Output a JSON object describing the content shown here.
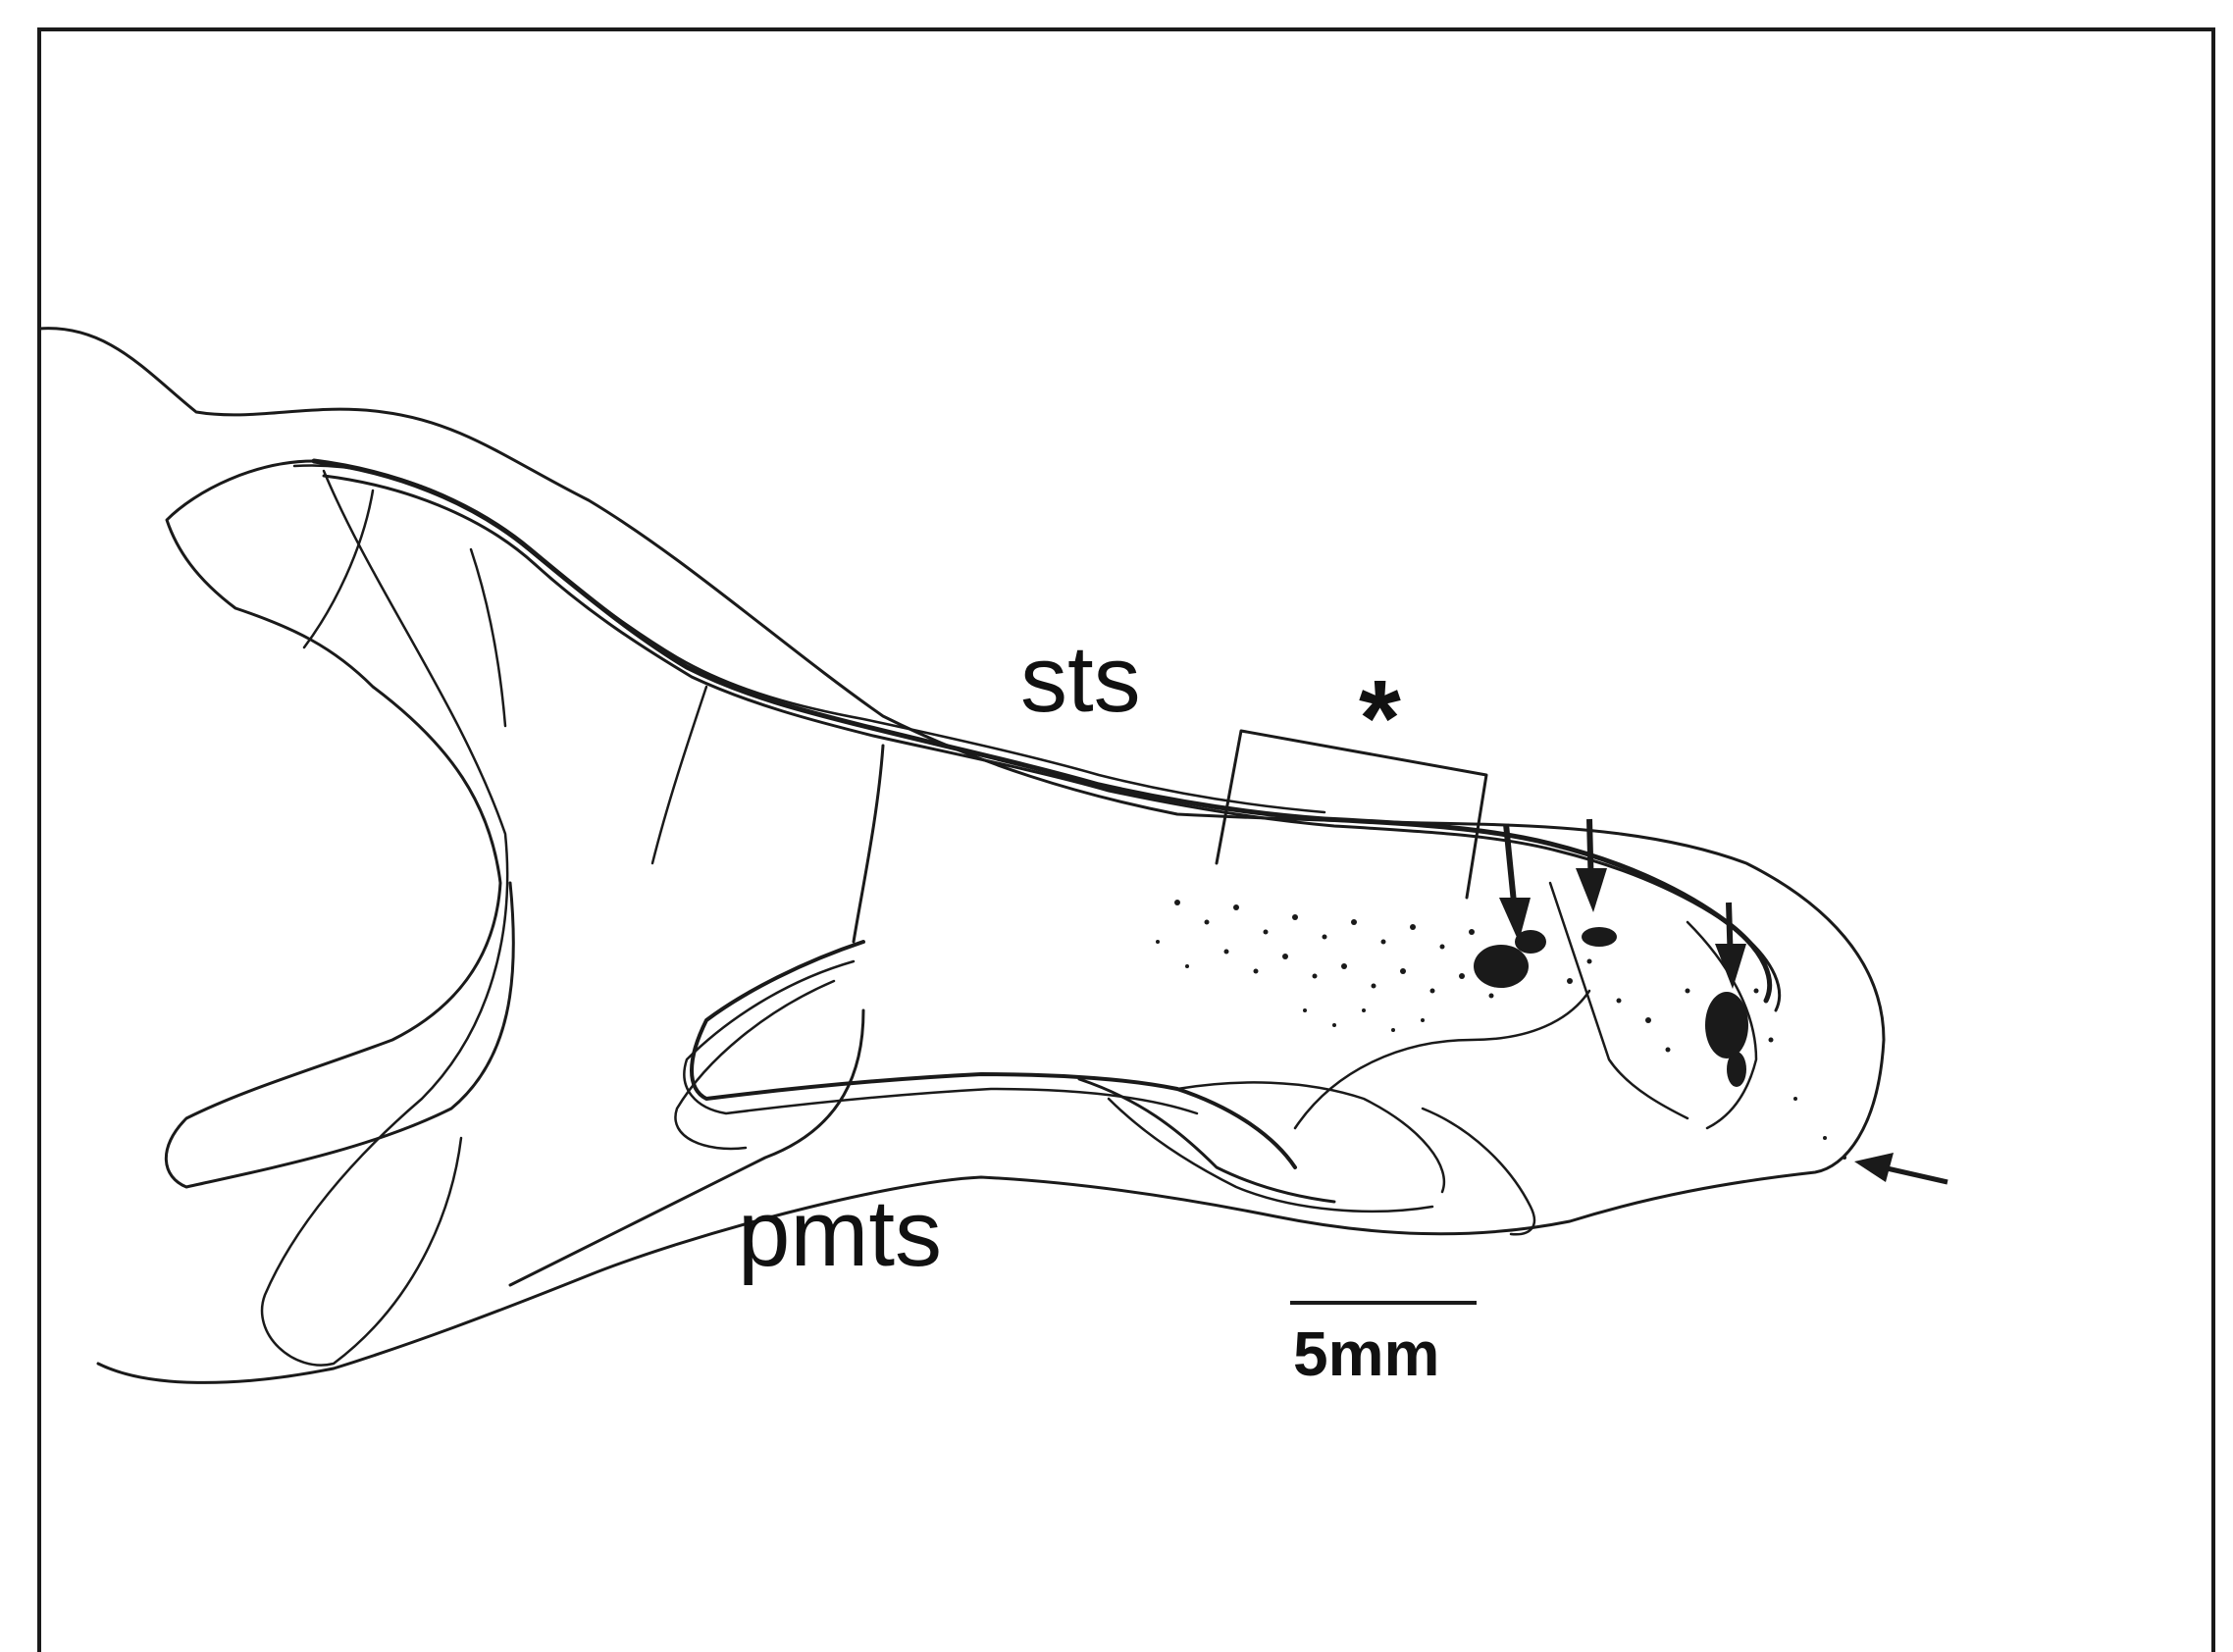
{
  "labels": {
    "sulcus_upper": "sts",
    "sulcus_lower": "pmts",
    "region_marker": "*",
    "scale_bar": "5mm"
  },
  "colors": {
    "ink": "#1a1a1a",
    "background": "#ffffff"
  },
  "icons": {
    "arrows_down": "arrow-down-icon",
    "arrow_left": "arrow-left-icon"
  }
}
